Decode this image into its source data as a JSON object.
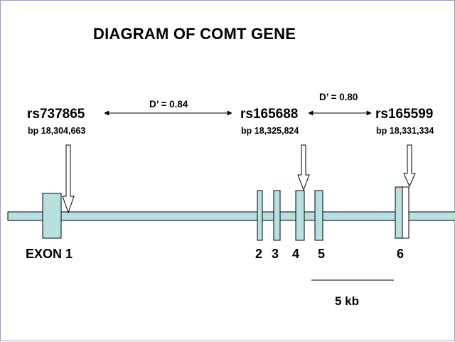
{
  "title": "DIAGRAM OF COMT GENE",
  "snps": [
    {
      "id": "rs737865",
      "bp": "bp 18,304,663"
    },
    {
      "id": "rs165688",
      "bp": "bp 18,325,824"
    },
    {
      "id": "rs165599",
      "bp": "bp 18,331,334"
    }
  ],
  "ld": [
    {
      "label": "D’ = 0.84"
    },
    {
      "label": "D’ = 0.80"
    }
  ],
  "exons": [
    {
      "label": "EXON 1"
    },
    {
      "label": "2"
    },
    {
      "label": "3"
    },
    {
      "label": "4"
    },
    {
      "label": "5"
    },
    {
      "label": "6"
    }
  ],
  "scale_bar": {
    "label": "5 kb"
  },
  "colors": {
    "exon_fill": "#b9e0e0",
    "backbone_fill": "#b9e0e0",
    "outline": "#000000",
    "frame": "#9a9ab8"
  }
}
